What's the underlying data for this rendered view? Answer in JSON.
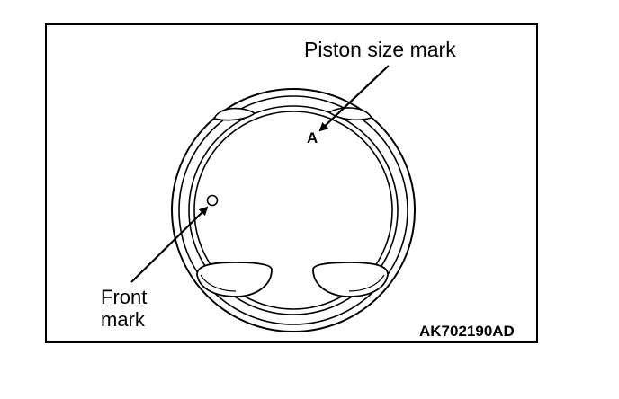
{
  "figure": {
    "callouts": {
      "piston_size_mark": "Piston size mark",
      "front_mark_line1": "Front",
      "front_mark_line2": "mark"
    },
    "size_mark_letter": "A",
    "figure_code": "AK702190AD"
  }
}
